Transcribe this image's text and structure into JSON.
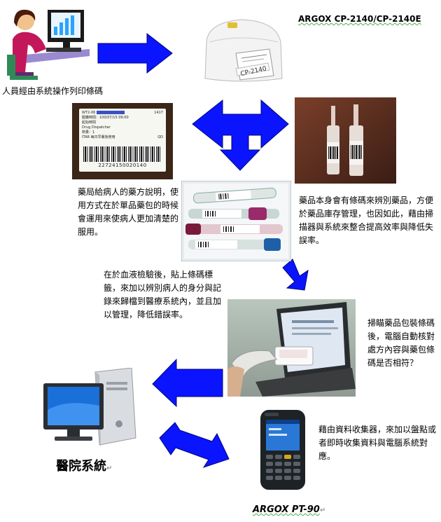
{
  "labels": {
    "operator_caption": "人員經由系統操作列印條碼",
    "printer_model": "ARGOX   CP-2140/CP-2140E",
    "printer_badge": "CP-2140",
    "pharmacy_caption": "藥局給病人的藥方說明，使用方式在於單品藥包的時候會運用來使病人更加清楚的服用。",
    "drug_caption": "藥品本身會有條碼來辨別藥品，方便於藥品庫存管理，也因如此，藉由掃描器與系統來整合提高效率與降低失誤率。",
    "blood_caption": "在於血液檢驗後，貼上條碼標籤，來加以辨別病人的身分與記錄來歸檔到醫療系統內，並且加以管理，降低錯誤率。",
    "scan_caption": "掃瞄藥品包裝條碼後，電腦自動核對處方內容與藥包條碼是否相符？",
    "collector_caption": "藉由資料收集器，來加以盤點或者即時收集資料與電腦系統對應。",
    "hospital_system": "醫院系統",
    "collector_model": "ARGOX    PT-90",
    "return_mark": "↵"
  },
  "label_photo": {
    "line1": "WT2-06",
    "line2": "1417",
    "line3": "服藥時間：100/07/15 09:00",
    "line4": "起始時間",
    "line5": "Drug Dispatcher",
    "line6": "劑量：1",
    "line7": "ITAR 每日早餐後使用",
    "line8": "QD",
    "barcode_number": "22724150020140"
  },
  "colors": {
    "arrow": "#0a14ff",
    "arrow_stroke": "#00067a"
  }
}
